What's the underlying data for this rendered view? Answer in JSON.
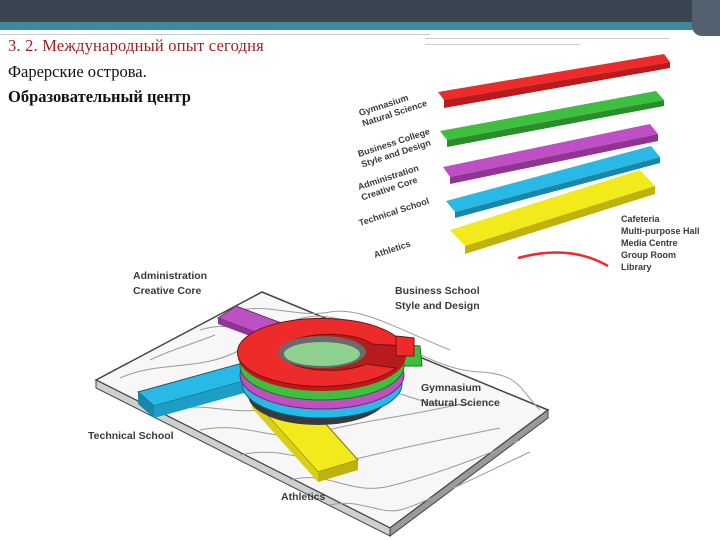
{
  "slide": {
    "title": "3. 2. Международный опыт сегодня",
    "subtitle_line1": "Фарерские острова.",
    "subtitle_line2": "Образовательный центр"
  },
  "diagram": {
    "colors": {
      "red": "#ee2b2b",
      "green": "#3fbf3f",
      "magenta": "#bf4fc4",
      "cyan": "#29b9e6",
      "yellow": "#f3ea1c"
    },
    "layer_labels": [
      {
        "line1": "Gymnasium",
        "line2": "Natural Science"
      },
      {
        "line1": "Business College",
        "line2": "Style and Design"
      },
      {
        "line1": "Administration",
        "line2": "Creative Core"
      },
      {
        "line1": "Technical School",
        "line2": ""
      },
      {
        "line1": "Athletics",
        "line2": ""
      }
    ],
    "side_list": [
      "Cafeteria",
      "Multi-purpose Hall",
      "Media Centre",
      "Group Room",
      "Library"
    ],
    "building_labels": {
      "administration_line1": "Administration",
      "administration_line2": "Creative Core",
      "business_line1": "Business School",
      "business_line2": "Style and Design",
      "gymnasium_line1": "Gymnasium",
      "gymnasium_line2": "Natural Science",
      "technical": "Technical School",
      "athletics": "Athletics"
    }
  }
}
